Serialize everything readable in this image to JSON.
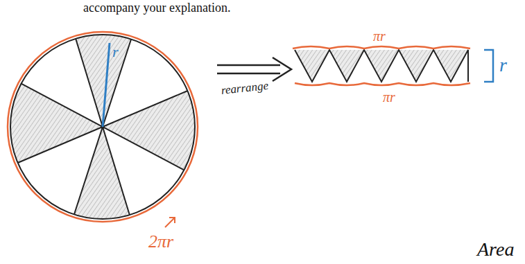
{
  "diagram": {
    "labels": [
      "accompany your explanation.",
      "r",
      "2πr",
      "rearrange",
      "πr",
      "πr",
      "r",
      "Area"
    ]
  }
}
